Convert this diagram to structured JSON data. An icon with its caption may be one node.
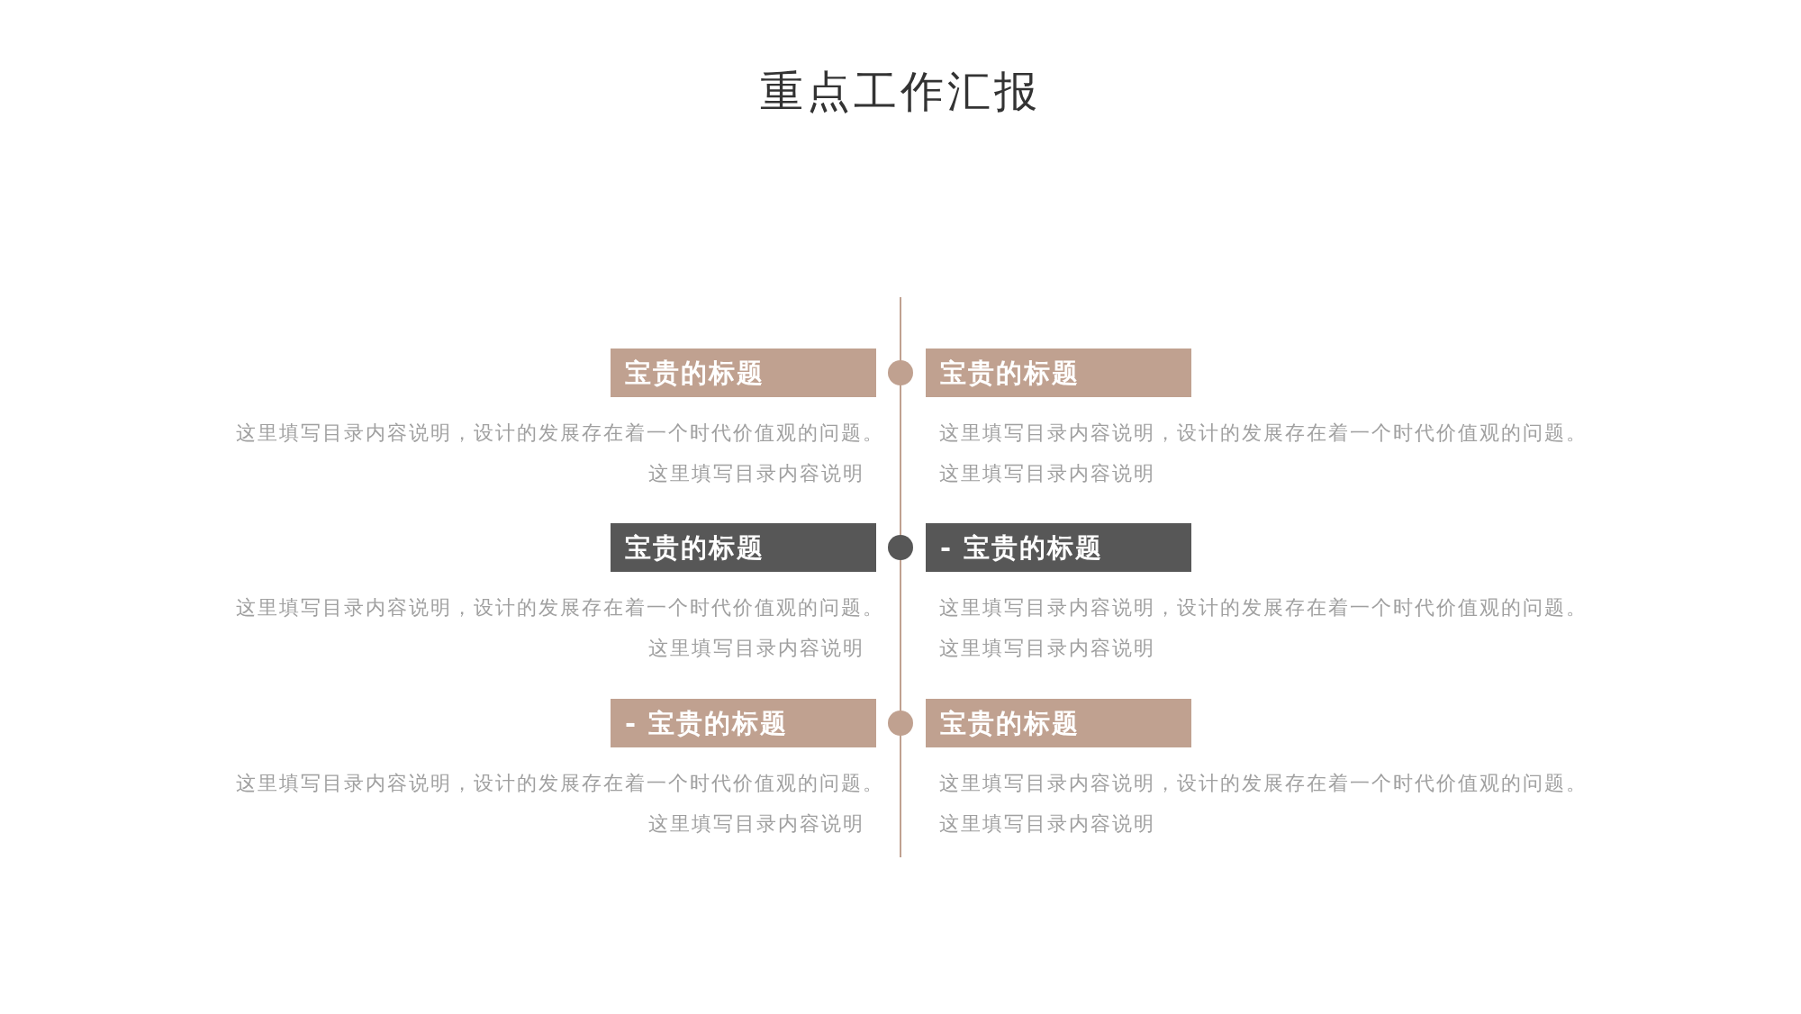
{
  "diagram": {
    "title": "重点工作汇报",
    "nodes": [
      {
        "text": [
          "宝贵的标题"
        ],
        "beside": [
          "这里填写目录内容说明，设计的发展存在着一个时代价值观的问题。",
          "这里填写目录内容说明"
        ]
      },
      {
        "text": [
          "宝贵的标题"
        ],
        "beside": [
          "这里填写目录内容说明，设计的发展存在着一个时代价值观的问题。",
          "这里填写目录内容说明"
        ]
      },
      {
        "text": [
          "宝贵的标题"
        ],
        "beside": [
          "这里填写目录内容说明，设计的发展存在着一个时代价值观的问题。",
          "这里填写目录内容说明"
        ]
      },
      {
        "text": [
          "- 宝贵的标题"
        ],
        "beside": [
          "这里填写目录内容说明，设计的发展存在着一个时代价值观的问题。",
          "这里填写目录内容说明"
        ]
      },
      {
        "text": [
          "- 宝贵的标题"
        ],
        "beside": [
          "这里填写目录内容说明，设计的发展存在着一个时代价值观的问题。",
          "这里填写目录内容说明"
        ]
      },
      {
        "text": [
          "宝贵的标题"
        ],
        "beside": [
          "这里填写目录内容说明，设计的发展存在着一个时代价值观的问题。",
          "这里填写目录内容说明"
        ]
      }
    ],
    "edges": []
  }
}
